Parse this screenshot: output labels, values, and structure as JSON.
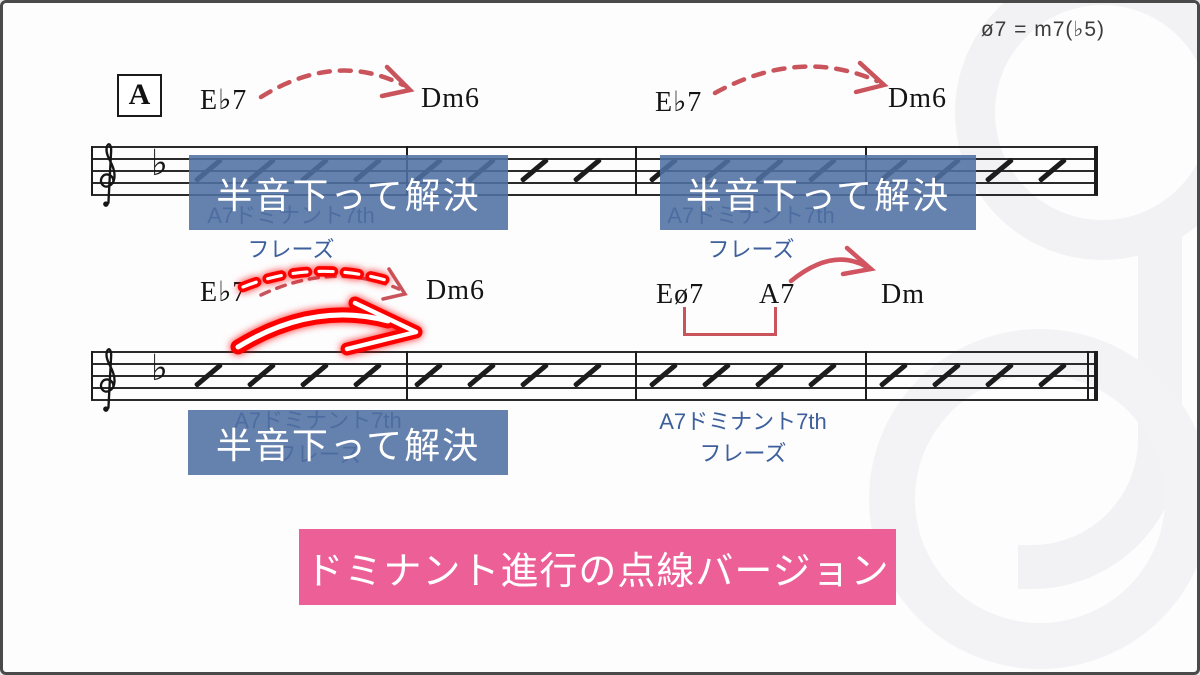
{
  "formula": {
    "text": "ø7 = m7(♭5)"
  },
  "section": {
    "label": "A"
  },
  "key_signature": "♭",
  "system1": {
    "chords": [
      "E♭7",
      "Dm6",
      "E♭7",
      "Dm6"
    ],
    "callouts": [
      "半音下って解決",
      "半音下って解決"
    ],
    "phrases": [
      {
        "line1": "A7ドミナント7th",
        "line2": "フレーズ"
      },
      {
        "line1": "A7ドミナント7th",
        "line2": "フレーズ"
      }
    ]
  },
  "system2": {
    "chords": [
      "E♭7",
      "Dm6",
      "Eø7",
      "A7",
      "Dm"
    ],
    "callout": "半音下って解決",
    "phrase_hidden": {
      "line1": "A7ドミナント7th",
      "line2": "フレーズ"
    },
    "phrase_right": {
      "line1": "A7ドミナント7th",
      "line2": "フレーズ"
    }
  },
  "banner": {
    "text": "ドミナント進行の点線バージョン"
  },
  "colors": {
    "blue_box": "#5070a2",
    "blue_text": "#3d5f9b",
    "red_arrow": "#c9545c",
    "highlight_red": "#ff0000",
    "pink_banner": "#ec5f97",
    "staff_ink": "#1c1c1c"
  }
}
